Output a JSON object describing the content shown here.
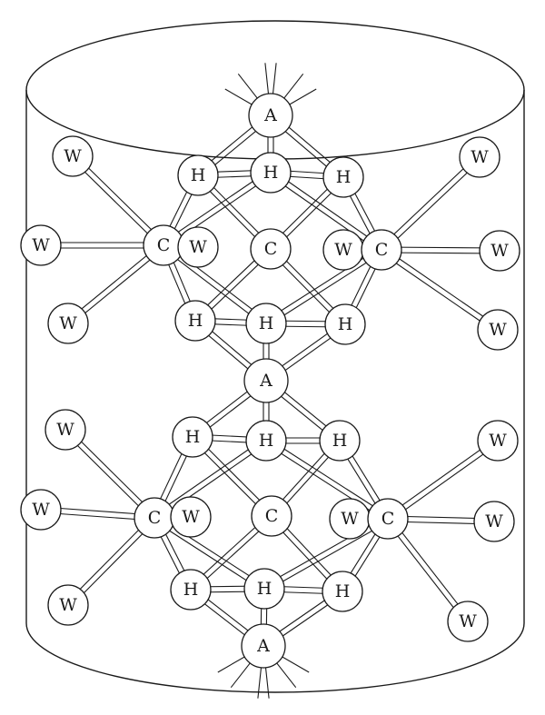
{
  "diagram": {
    "nodes": [
      {
        "id": "a_top",
        "label": "A"
      },
      {
        "id": "h1",
        "label": "H"
      },
      {
        "id": "h2",
        "label": "H"
      },
      {
        "id": "h3",
        "label": "H"
      },
      {
        "id": "c_left1",
        "label": "C"
      },
      {
        "id": "w_in_l1",
        "label": "W"
      },
      {
        "id": "c_mid1",
        "label": "C"
      },
      {
        "id": "w_in_r1",
        "label": "W"
      },
      {
        "id": "c_right1",
        "label": "C"
      },
      {
        "id": "w_l1a",
        "label": "W"
      },
      {
        "id": "w_l1b",
        "label": "W"
      },
      {
        "id": "w_l1c",
        "label": "W"
      },
      {
        "id": "w_r1a",
        "label": "W"
      },
      {
        "id": "w_r1b",
        "label": "W"
      },
      {
        "id": "w_r1c",
        "label": "W"
      },
      {
        "id": "h4",
        "label": "H"
      },
      {
        "id": "h5",
        "label": "H"
      },
      {
        "id": "h6",
        "label": "H"
      },
      {
        "id": "a_mid",
        "label": "A"
      },
      {
        "id": "h7",
        "label": "H"
      },
      {
        "id": "h8",
        "label": "H"
      },
      {
        "id": "h9",
        "label": "H"
      },
      {
        "id": "c_left2",
        "label": "C"
      },
      {
        "id": "w_in_l2",
        "label": "W"
      },
      {
        "id": "c_mid2",
        "label": "C"
      },
      {
        "id": "w_in_r2",
        "label": "W"
      },
      {
        "id": "c_right2",
        "label": "C"
      },
      {
        "id": "w_l2a",
        "label": "W"
      },
      {
        "id": "w_l2b",
        "label": "W"
      },
      {
        "id": "w_l2c",
        "label": "W"
      },
      {
        "id": "w_r2a",
        "label": "W"
      },
      {
        "id": "w_r2b",
        "label": "W"
      },
      {
        "id": "w_r2c",
        "label": "W"
      },
      {
        "id": "h10",
        "label": "H"
      },
      {
        "id": "h11",
        "label": "H"
      },
      {
        "id": "h12",
        "label": "H"
      },
      {
        "id": "a_bot",
        "label": "A"
      }
    ],
    "edges": [
      [
        "a_top",
        "h1"
      ],
      [
        "a_top",
        "h2"
      ],
      [
        "a_top",
        "h3"
      ],
      [
        "h1",
        "h2"
      ],
      [
        "h2",
        "h3"
      ],
      [
        "h1",
        "c_left1"
      ],
      [
        "h1",
        "c_mid1"
      ],
      [
        "h2",
        "c_left1"
      ],
      [
        "h2",
        "c_right1"
      ],
      [
        "h3",
        "c_mid1"
      ],
      [
        "h3",
        "c_right1"
      ],
      [
        "c_left1",
        "h4"
      ],
      [
        "c_left1",
        "h5"
      ],
      [
        "c_mid1",
        "h4"
      ],
      [
        "c_mid1",
        "h6"
      ],
      [
        "c_right1",
        "h5"
      ],
      [
        "c_right1",
        "h6"
      ],
      [
        "c_left1",
        "w_l1a"
      ],
      [
        "c_left1",
        "w_l1b"
      ],
      [
        "c_left1",
        "w_l1c"
      ],
      [
        "c_right1",
        "w_r1a"
      ],
      [
        "c_right1",
        "w_r1b"
      ],
      [
        "c_right1",
        "w_r1c"
      ],
      [
        "h4",
        "h5"
      ],
      [
        "h5",
        "h6"
      ],
      [
        "h4",
        "a_mid"
      ],
      [
        "h5",
        "a_mid"
      ],
      [
        "h6",
        "a_mid"
      ],
      [
        "a_mid",
        "h7"
      ],
      [
        "a_mid",
        "h8"
      ],
      [
        "a_mid",
        "h9"
      ],
      [
        "h7",
        "h8"
      ],
      [
        "h8",
        "h9"
      ],
      [
        "h7",
        "c_left2"
      ],
      [
        "h7",
        "c_mid2"
      ],
      [
        "h8",
        "c_left2"
      ],
      [
        "h8",
        "c_right2"
      ],
      [
        "h9",
        "c_mid2"
      ],
      [
        "h9",
        "c_right2"
      ],
      [
        "c_left2",
        "h10"
      ],
      [
        "c_left2",
        "h11"
      ],
      [
        "c_mid2",
        "h10"
      ],
      [
        "c_mid2",
        "h12"
      ],
      [
        "c_right2",
        "h11"
      ],
      [
        "c_right2",
        "h12"
      ],
      [
        "c_left2",
        "w_l2a"
      ],
      [
        "c_left2",
        "w_l2b"
      ],
      [
        "c_left2",
        "w_l2c"
      ],
      [
        "c_right2",
        "w_r2a"
      ],
      [
        "c_right2",
        "w_r2b"
      ],
      [
        "c_right2",
        "w_r2c"
      ],
      [
        "h10",
        "h11"
      ],
      [
        "h11",
        "h12"
      ],
      [
        "h10",
        "a_bot"
      ],
      [
        "h11",
        "a_bot"
      ],
      [
        "h12",
        "a_bot"
      ]
    ]
  }
}
